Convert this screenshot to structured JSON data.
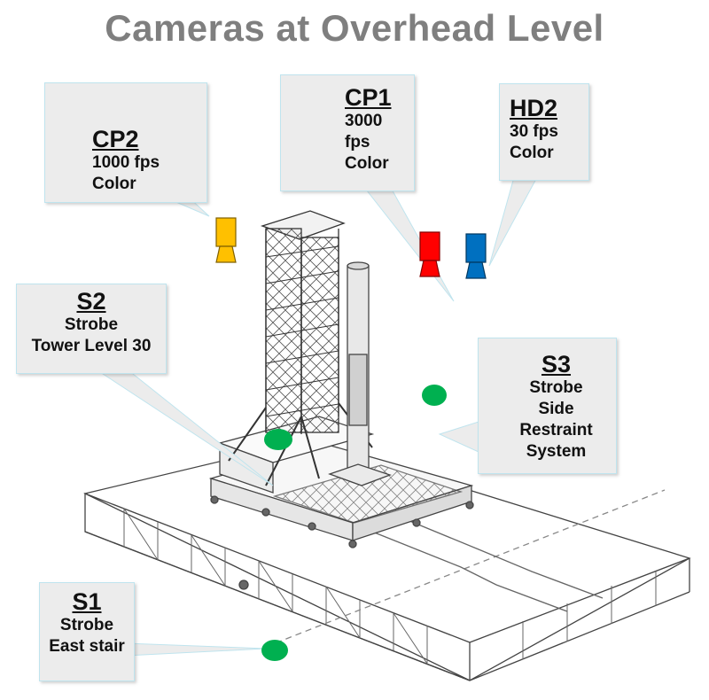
{
  "title": "Cameras at Overhead Level",
  "callouts": {
    "cp2": {
      "name": "CP2",
      "lines": [
        "1000 fps",
        "Color"
      ]
    },
    "cp1": {
      "name": "CP1",
      "lines": [
        "3000",
        "fps",
        "Color"
      ]
    },
    "hd2": {
      "name": "HD2",
      "lines": [
        "30 fps",
        "Color"
      ]
    },
    "s2": {
      "name": "S2",
      "lines": [
        "Strobe",
        "Tower Level 30"
      ]
    },
    "s3": {
      "name": "S3",
      "lines": [
        "Strobe",
        "Side",
        "Restraint",
        "System"
      ]
    },
    "s1": {
      "name": "S1",
      "lines": [
        "Strobe",
        "East stair"
      ]
    }
  },
  "colors": {
    "title": "#7f7f7f",
    "camera_cp2": "#ffc000",
    "camera_cp1": "#ff0000",
    "camera_hd2": "#0070c0",
    "strobe": "#00b050",
    "callout_fill": "#ececec",
    "callout_border": "#bfe4ee"
  },
  "icons": [
    "camera-icon",
    "strobe-marker"
  ]
}
